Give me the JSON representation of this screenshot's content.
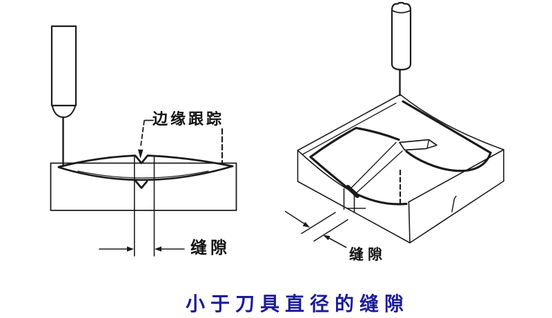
{
  "page": {
    "background": "#ffffff",
    "stroke_color": "#1a1a1a"
  },
  "diagram": {
    "left_view": {
      "edge_tracking_label": "边缘跟踪",
      "gap_label": "缝隙"
    },
    "right_view": {
      "gap_label": "缝隙"
    },
    "caption": {
      "text": "小于刀具直径的缝隙",
      "color": "#1b1b99"
    }
  }
}
